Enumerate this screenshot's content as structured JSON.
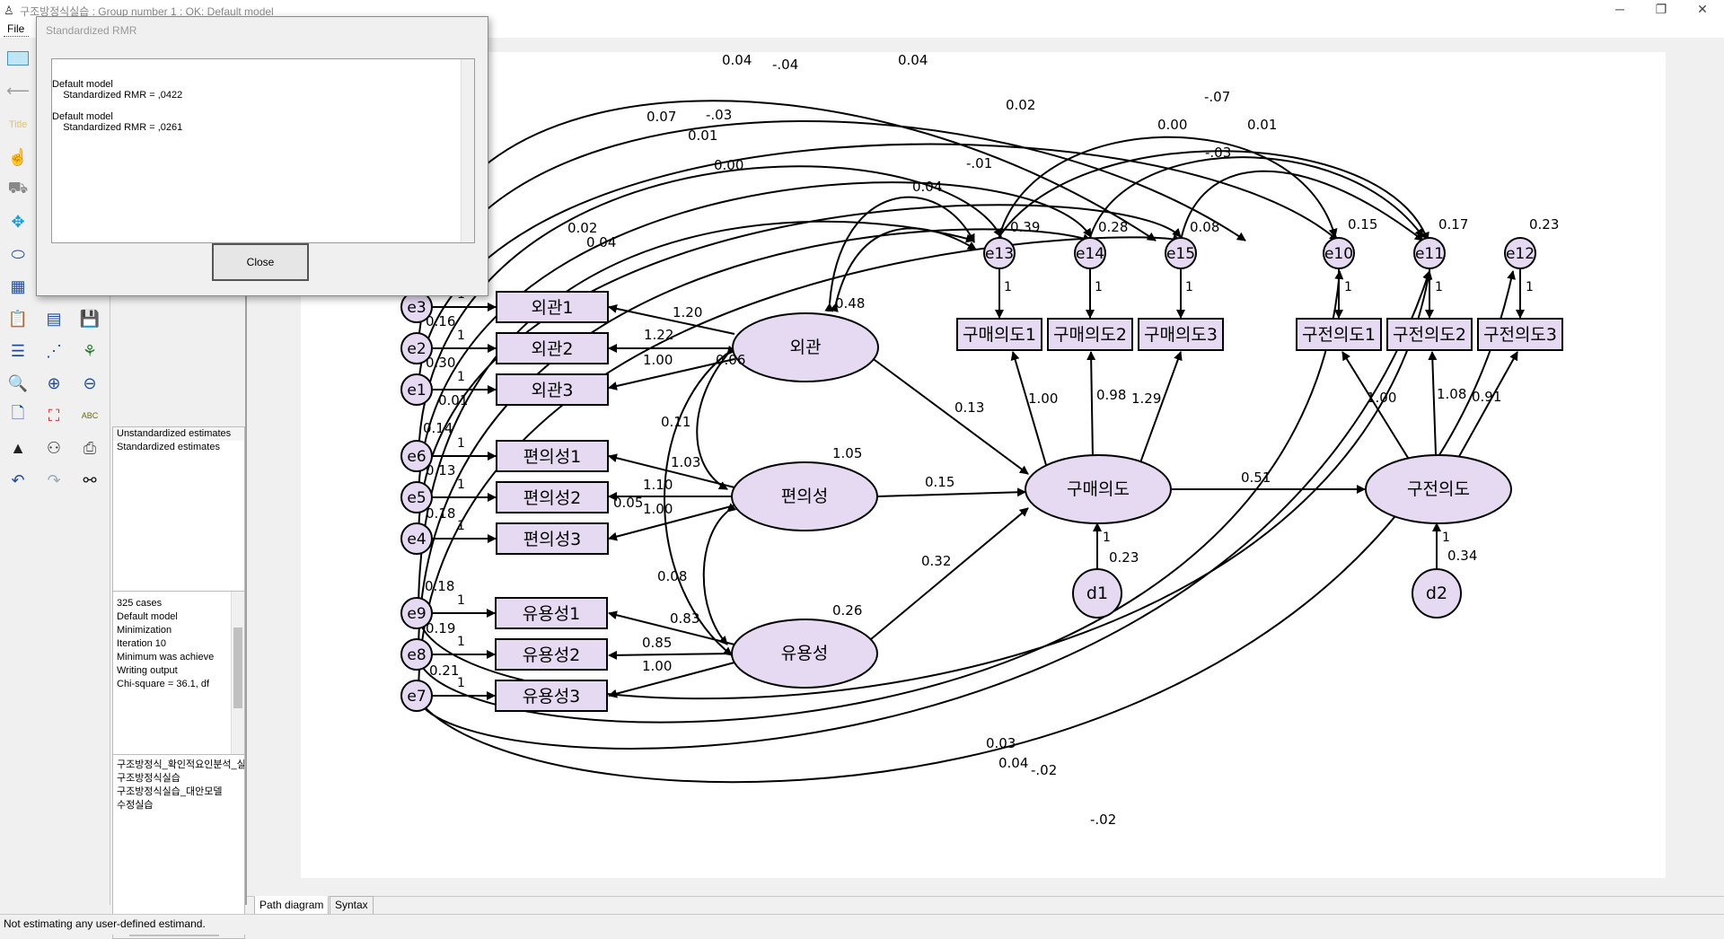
{
  "window": {
    "title": "구조방정식실습 : Group number 1 : OK: Default model",
    "controls": {
      "minimize": "─",
      "restore": "❐",
      "close": "✕"
    }
  },
  "menu": {
    "items": [
      "File"
    ]
  },
  "toolbox": {
    "tools": [
      "rectangle-icon",
      "arrow-left-icon",
      "title-icon",
      "hand-icon",
      "truck-icon",
      "move-icon",
      "ellipse-icon",
      "table-icon",
      "clipboard-icon",
      "table2-icon",
      "save-icon",
      "list-icon",
      "link-icon",
      "tree-icon",
      "search-icon",
      "zoom-in-icon",
      "zoom-out-icon",
      "page-icon",
      "fit-icon",
      "abc-icon",
      "chart-icon",
      "people-icon",
      "printer-icon",
      "undo-icon",
      "redo-icon",
      "binoculars-icon"
    ],
    "title_tool_label": "Title"
  },
  "side_panel": {
    "estimates": [
      "Unstandardized estimates",
      "Standardized estimates"
    ],
    "log": [
      "325 cases",
      "Default model",
      "Minimization",
      "Iteration 10",
      "Minimum was achieve",
      "Writing output",
      "Chi-square = 36.1, df"
    ],
    "files": [
      "구조방정식_확인적요인분석_실",
      "구조방정식실습",
      "구조방정식실습_대안모델",
      "수정실습"
    ]
  },
  "dialog": {
    "title": "Standardized RMR",
    "body": "Default model\n    Standardized RMR = ,0422\n\nDefault model\n    Standardized RMR = ,0261",
    "close_label": "Close"
  },
  "tabs": [
    "Path diagram",
    "Syntax"
  ],
  "status": "Not estimating any user-defined estimand.",
  "diagram": {
    "errors": [
      {
        "label": "e3",
        "value": "0.16"
      },
      {
        "label": "e2",
        "value": "0.30"
      },
      {
        "label": "e1",
        "value": "0.01"
      },
      {
        "label": "e6",
        "value": "0.14"
      },
      {
        "label": "e5",
        "value": "0.13"
      },
      {
        "label": "e4",
        "value": "0.18"
      },
      {
        "label": "e9",
        "value": "0.18"
      },
      {
        "label": "e8",
        "value": "0.19"
      },
      {
        "label": "e7",
        "value": "0.21"
      },
      {
        "label": "e13",
        "value": "0.39"
      },
      {
        "label": "e14",
        "value": "0.28"
      },
      {
        "label": "e15",
        "value": "0.08"
      },
      {
        "label": "e10",
        "value": "0.15"
      },
      {
        "label": "e11",
        "value": "0.17"
      },
      {
        "label": "e12",
        "value": "0.23"
      }
    ],
    "observed": [
      {
        "label": "외관1",
        "loading": "1.20"
      },
      {
        "label": "외관2",
        "loading": "1.22"
      },
      {
        "label": "외관3",
        "loading": "1.00"
      },
      {
        "label": "편의성1",
        "loading": "1.03"
      },
      {
        "label": "편의성2",
        "loading": "1.10"
      },
      {
        "label": "편의성3",
        "loading": "1.00"
      },
      {
        "label": "유용성1",
        "loading": "0.83"
      },
      {
        "label": "유용성2",
        "loading": "0.85"
      },
      {
        "label": "유용성3",
        "loading": "1.00"
      },
      {
        "label": "구매의도1",
        "loading": "1.00"
      },
      {
        "label": "구매의도2",
        "loading": "0.98"
      },
      {
        "label": "구매의도3",
        "loading": "1.29"
      },
      {
        "label": "구전의도1",
        "loading": "1.00"
      },
      {
        "label": "구전의도2",
        "loading": "1.08"
      },
      {
        "label": "구전의도3",
        "loading": "0.91"
      }
    ],
    "latent": [
      {
        "label": "외관",
        "variance": "0.48"
      },
      {
        "label": "편의성",
        "variance": "1.05"
      },
      {
        "label": "유용성",
        "variance": "0.26"
      },
      {
        "label": "구매의도"
      },
      {
        "label": "구전의도"
      }
    ],
    "disturbances": [
      {
        "label": "d1",
        "value": "0.23"
      },
      {
        "label": "d2",
        "value": "0.34"
      }
    ],
    "paths": [
      "0.13",
      "0.15",
      "0.32",
      "0.51"
    ],
    "covariances": [
      "0.04",
      "-.04",
      "0.04",
      "-.07",
      "0.07",
      "-.03",
      "0.02",
      "0.01",
      "0.00",
      "0.01",
      "0.00",
      "-.01",
      "0.04",
      "-.03",
      "0.02",
      "0.04",
      "0.06",
      "0.11",
      "0.05",
      "0.08",
      "0.03",
      "0.04",
      "-.02",
      "-.02"
    ],
    "ones": [
      "1"
    ]
  }
}
